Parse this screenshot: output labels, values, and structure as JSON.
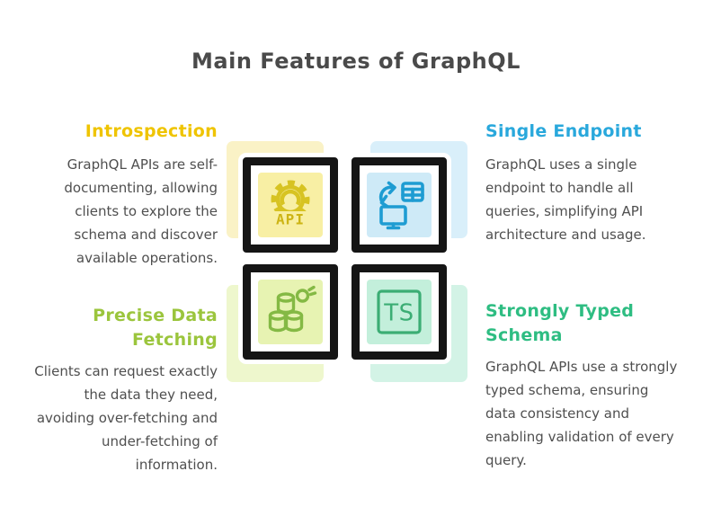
{
  "title": "Main Features of GraphQL",
  "title_color": "#4A4A4A",
  "body_color": "#4F4F4F",
  "frame_color": "#151515",
  "sections": [
    {
      "heading": "Introspection",
      "heading_color": "#EFC400",
      "body": "GraphQL APIs are self-documenting, allowing clients to explore the schema and discover available operations.",
      "icon": "api-gear-icon",
      "accent_light": "#FAF2C6",
      "accent_square": "#F8EFA4",
      "icon_stroke": "#D7C322"
    },
    {
      "heading": "Single Endpoint",
      "heading_color": "#29A8DC",
      "body": "GraphQL uses a single endpoint to handle all queries, simplifying API architecture and usage.",
      "icon": "sync-table-monitor-icon",
      "accent_light": "#D9EFFA",
      "accent_square": "#CEEAF7",
      "icon_stroke": "#1E9CD2"
    },
    {
      "heading": "Precise Data Fetching",
      "heading_color": "#9BC53D",
      "body": "Clients can request exactly the data they need, avoiding over-fetching and under-fetching of information.",
      "icon": "database-stack-icon",
      "accent_light": "#EEF7CD",
      "accent_square": "#E7F3B2",
      "icon_stroke": "#84B944"
    },
    {
      "heading": "Strongly Typed Schema",
      "heading_color": "#2EBD82",
      "body": "GraphQL APIs use a strongly typed schema, ensuring data consistency and enabling validation of every query.",
      "icon": "typescript-badge-icon",
      "accent_light": "#D3F3E6",
      "accent_square": "#C3EFDB",
      "icon_stroke": "#3BAD74"
    }
  ],
  "icon_labels": {
    "api": "API",
    "ts": "TS"
  }
}
